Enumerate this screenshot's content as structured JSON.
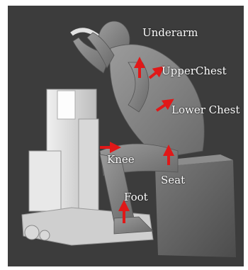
{
  "figure": {
    "labels": {
      "underarm": "Underarm",
      "upper_chest": "UpperChest",
      "lower_chest": "Lower Chest",
      "knee": "Knee",
      "seat": "Seat",
      "foot": "Foot"
    },
    "colors": {
      "background": "#3c3c3c",
      "arrow": "#e01818",
      "label_text": "#ffffff",
      "model": "#c8c8c8"
    }
  }
}
